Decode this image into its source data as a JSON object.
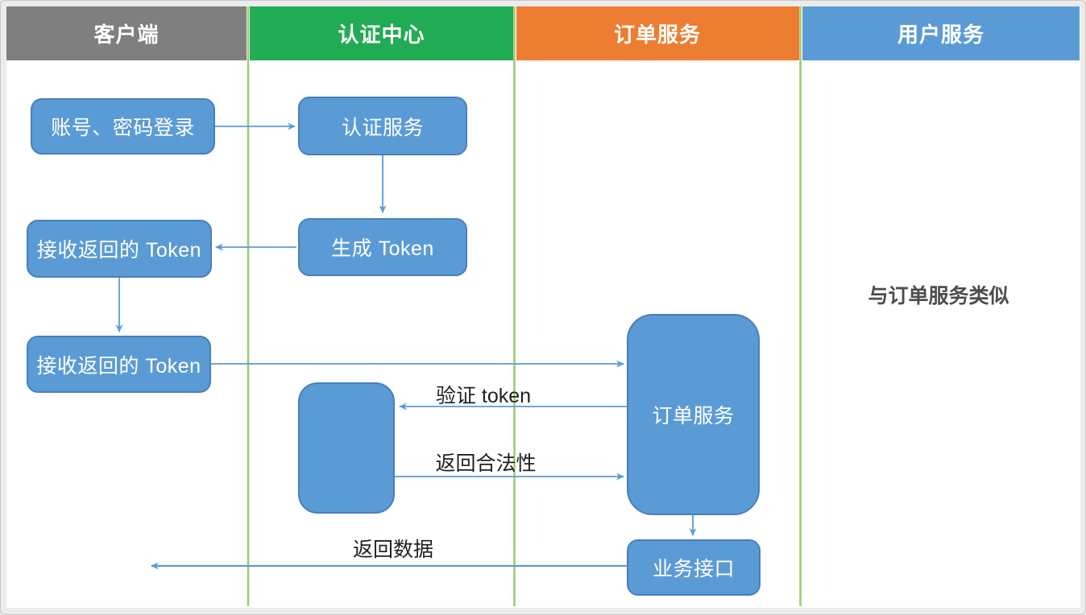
{
  "diagram": {
    "lanes": [
      {
        "label": "客户端",
        "color": "#7f7f7f"
      },
      {
        "label": "认证中心",
        "color": "#22ab55"
      },
      {
        "label": "订单服务",
        "color": "#ed7d31"
      },
      {
        "label": "用户服务",
        "color": "#5b9bd5"
      }
    ],
    "nodes": {
      "login": {
        "label": "账号、密码登录"
      },
      "auth_service": {
        "label": "认证服务"
      },
      "receive_token_1": {
        "label": "接收返回的 Token"
      },
      "generate_token": {
        "label": "生成 Token"
      },
      "receive_token_2": {
        "label": "接收返回的 Token"
      },
      "token_check": {
        "label": ""
      },
      "order_service": {
        "label": "订单服务"
      },
      "business_api": {
        "label": "业务接口"
      }
    },
    "edge_labels": {
      "verify_token": "验证 token",
      "return_validity": "返回合法性",
      "return_data": "返回数据"
    },
    "note": {
      "user_service": "与订单服务类似"
    },
    "colors": {
      "node_fill": "#5b9bd5",
      "node_border": "#4a7ebb",
      "arrow": "#5b9bd5",
      "lane_divider": "#9dca70",
      "edge_label_text": "#1f1f1f",
      "note_text": "#4d4d4d"
    }
  }
}
